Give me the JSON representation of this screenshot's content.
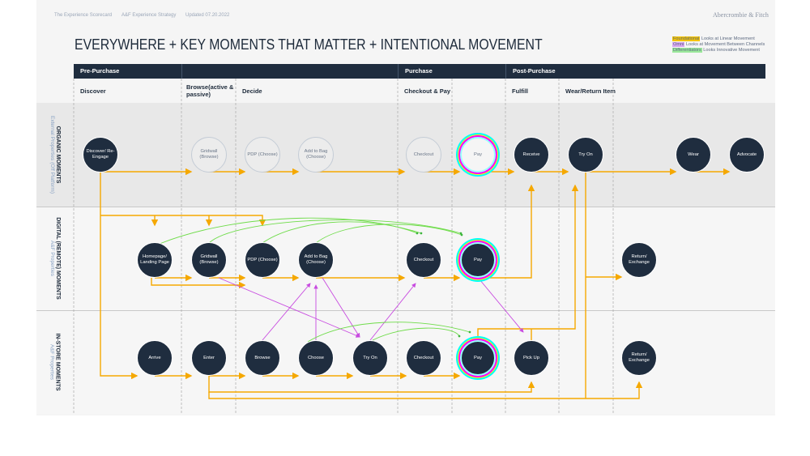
{
  "top_nav": [
    "The Experience Scorecard",
    "A&F Experience Strategy",
    "Updated 07.20.2022"
  ],
  "brand": "Abercrombie & Fitch",
  "title": "EVERYWHERE + KEY MOMENTS THAT MATTER + INTENTIONAL MOVEMENT",
  "legend": [
    {
      "tag": "Foundational",
      "text": "Looks at Linear Movement",
      "color": "#f5c400"
    },
    {
      "tag": "Omni",
      "text": "Looks at Movement Between Channels",
      "color": "#d8a6f0"
    },
    {
      "tag": "Differentiators",
      "text": "Looks Innovative Movement",
      "color": "#9be89b"
    }
  ],
  "phases": [
    "Pre-Purchase",
    "",
    "Purchase",
    "Post-Purchase"
  ],
  "stages": [
    "Discover",
    "Browse(active & passive)",
    "Decide",
    "Checkout & Pay",
    "Fulfill",
    "Wear/Return Item"
  ],
  "rows": [
    {
      "title": "ORGANIC MOMENTS",
      "subtitle": "External Properties (Off Platform)"
    },
    {
      "title": "DIGITAL (REMOTE) MOMENTS",
      "subtitle": "A&F Properties"
    },
    {
      "title": "IN-STORE MOMENTS",
      "subtitle": "A&F Properties"
    }
  ],
  "nodes": [
    {
      "id": "o-discover",
      "label": "Discover/ Re-Engage",
      "style": "solid"
    },
    {
      "id": "o-gridwall",
      "label": "Gridwall (Browse)",
      "style": "ghost"
    },
    {
      "id": "o-pdp",
      "label": "PDP (Choose)",
      "style": "ghost"
    },
    {
      "id": "o-addtobag",
      "label": "Add to Bag (Choose)",
      "style": "ghost"
    },
    {
      "id": "o-checkout",
      "label": "Checkout",
      "style": "ghost"
    },
    {
      "id": "o-pay",
      "label": "Pay",
      "style": "ghost-ring"
    },
    {
      "id": "o-receive",
      "label": "Receive",
      "style": "solid"
    },
    {
      "id": "o-tryon",
      "label": "Try On",
      "style": "solid"
    },
    {
      "id": "o-wear",
      "label": "Wear",
      "style": "solid"
    },
    {
      "id": "o-advocate",
      "label": "Advocate",
      "style": "solid"
    },
    {
      "id": "d-homepage",
      "label": "Homepage/ Landing Page",
      "style": "solid"
    },
    {
      "id": "d-gridwall",
      "label": "Gridwall (Browse)",
      "style": "solid"
    },
    {
      "id": "d-pdp",
      "label": "PDP (Choose)",
      "style": "solid"
    },
    {
      "id": "d-addtobag",
      "label": "Add to Bag (Choose)",
      "style": "solid"
    },
    {
      "id": "d-checkout",
      "label": "Checkout",
      "style": "solid"
    },
    {
      "id": "d-pay",
      "label": "Pay",
      "style": "ring"
    },
    {
      "id": "d-return",
      "label": "Return/ Exchange",
      "style": "solid"
    },
    {
      "id": "s-arrive",
      "label": "Arrive",
      "style": "solid"
    },
    {
      "id": "s-enter",
      "label": "Enter",
      "style": "solid"
    },
    {
      "id": "s-browse",
      "label": "Browse",
      "style": "solid"
    },
    {
      "id": "s-choose",
      "label": "Choose",
      "style": "solid"
    },
    {
      "id": "s-tryon",
      "label": "Try On",
      "style": "solid"
    },
    {
      "id": "s-checkout",
      "label": "Checkout",
      "style": "solid"
    },
    {
      "id": "s-pay",
      "label": "Pay",
      "style": "ring"
    },
    {
      "id": "s-pickup",
      "label": "Pick Up",
      "style": "solid"
    },
    {
      "id": "s-return",
      "label": "Return/ Exchange",
      "style": "solid"
    }
  ],
  "colors": {
    "foundational": "#f5a800",
    "omni": "#c84be0",
    "differentiator": "#6fdc4a",
    "node": "#1f2d3f"
  }
}
